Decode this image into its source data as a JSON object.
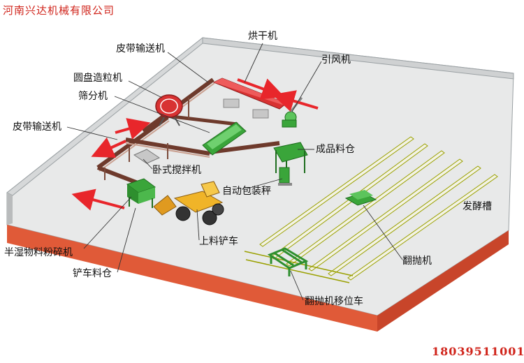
{
  "company_name": "河南兴达机械有限公司",
  "phone": "18039511001",
  "labels": {
    "dryer": "烘干机",
    "belt_conveyor_top": "皮带输送机",
    "induced_draft_fan": "引风机",
    "disc_granulator": "圆盘造粒机",
    "screening_machine": "筛分机",
    "belt_conveyor_left": "皮带输送机",
    "finished_product_bin": "成品料仓",
    "horizontal_mixer": "卧式搅拌机",
    "auto_packing_scale": "自动包装秤",
    "fermentation_tank": "发酵槽",
    "loader": "上料铲车",
    "semi_wet_crusher": "半湿物料粉碎机",
    "turner": "翻抛机",
    "forklift_bin": "铲车料仓",
    "turner_transfer_car": "翻抛机移位车"
  },
  "colors": {
    "floor": "#e8e9e9",
    "wall_red": "#e05a38",
    "wall_gray": "#c9cbcc",
    "flow_arrow": "#e8262b",
    "conveyor_belt": "#6e3a2c",
    "machine_green": "#3aa53a",
    "dryer_red": "#d83232",
    "loader_yellow": "#f0b428",
    "brand_red": "#d0241b"
  }
}
